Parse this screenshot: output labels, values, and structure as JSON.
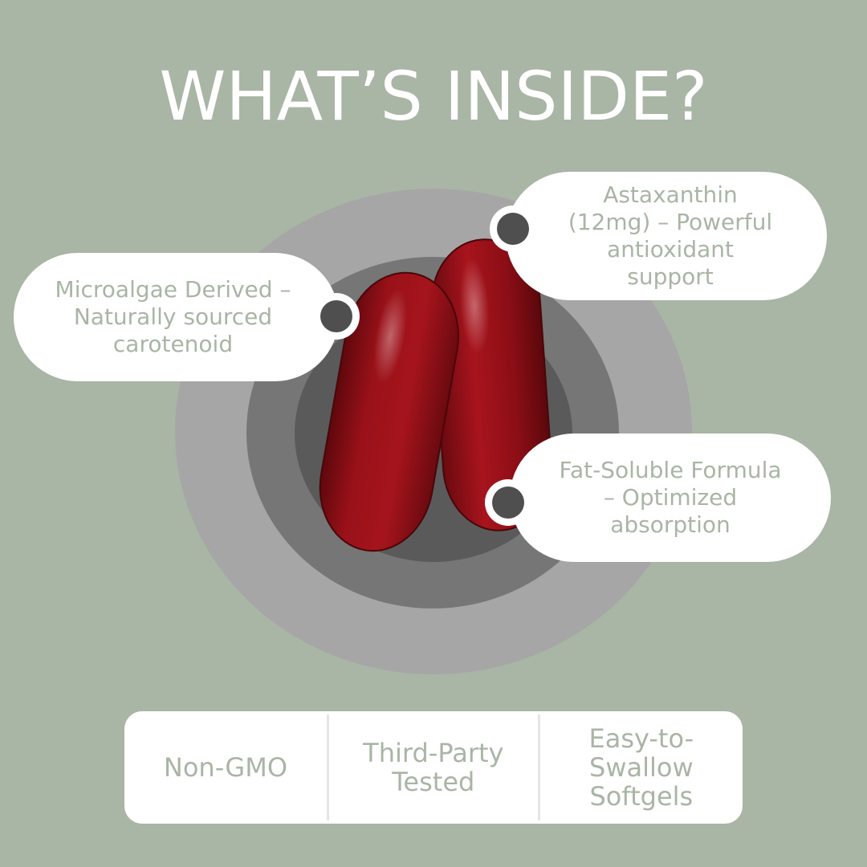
{
  "title": "WHAT’S INSIDE?",
  "callouts": {
    "left": {
      "line1": "Microalgae Derived –",
      "line2": "Naturally sourced",
      "line3": "carotenoid"
    },
    "right_top": {
      "line1": "Astaxanthin",
      "line2": "(12mg) – Powerful",
      "line3": "antioxidant",
      "line4": "support"
    },
    "right_bottom": {
      "line1": "Fat-Soluble Formula",
      "line2": "– Optimized",
      "line3": "absorption"
    }
  },
  "features": {
    "item1": "Non-GMO",
    "item2": {
      "line1": "Third-Party",
      "line2": "Tested"
    },
    "item3": {
      "line1": "Easy-to-",
      "line2": "Swallow",
      "line3": "Softgels"
    }
  },
  "colors": {
    "background": "#a9b5a5",
    "capsule": "#8f0f16",
    "marker": "#4f4f4f"
  }
}
